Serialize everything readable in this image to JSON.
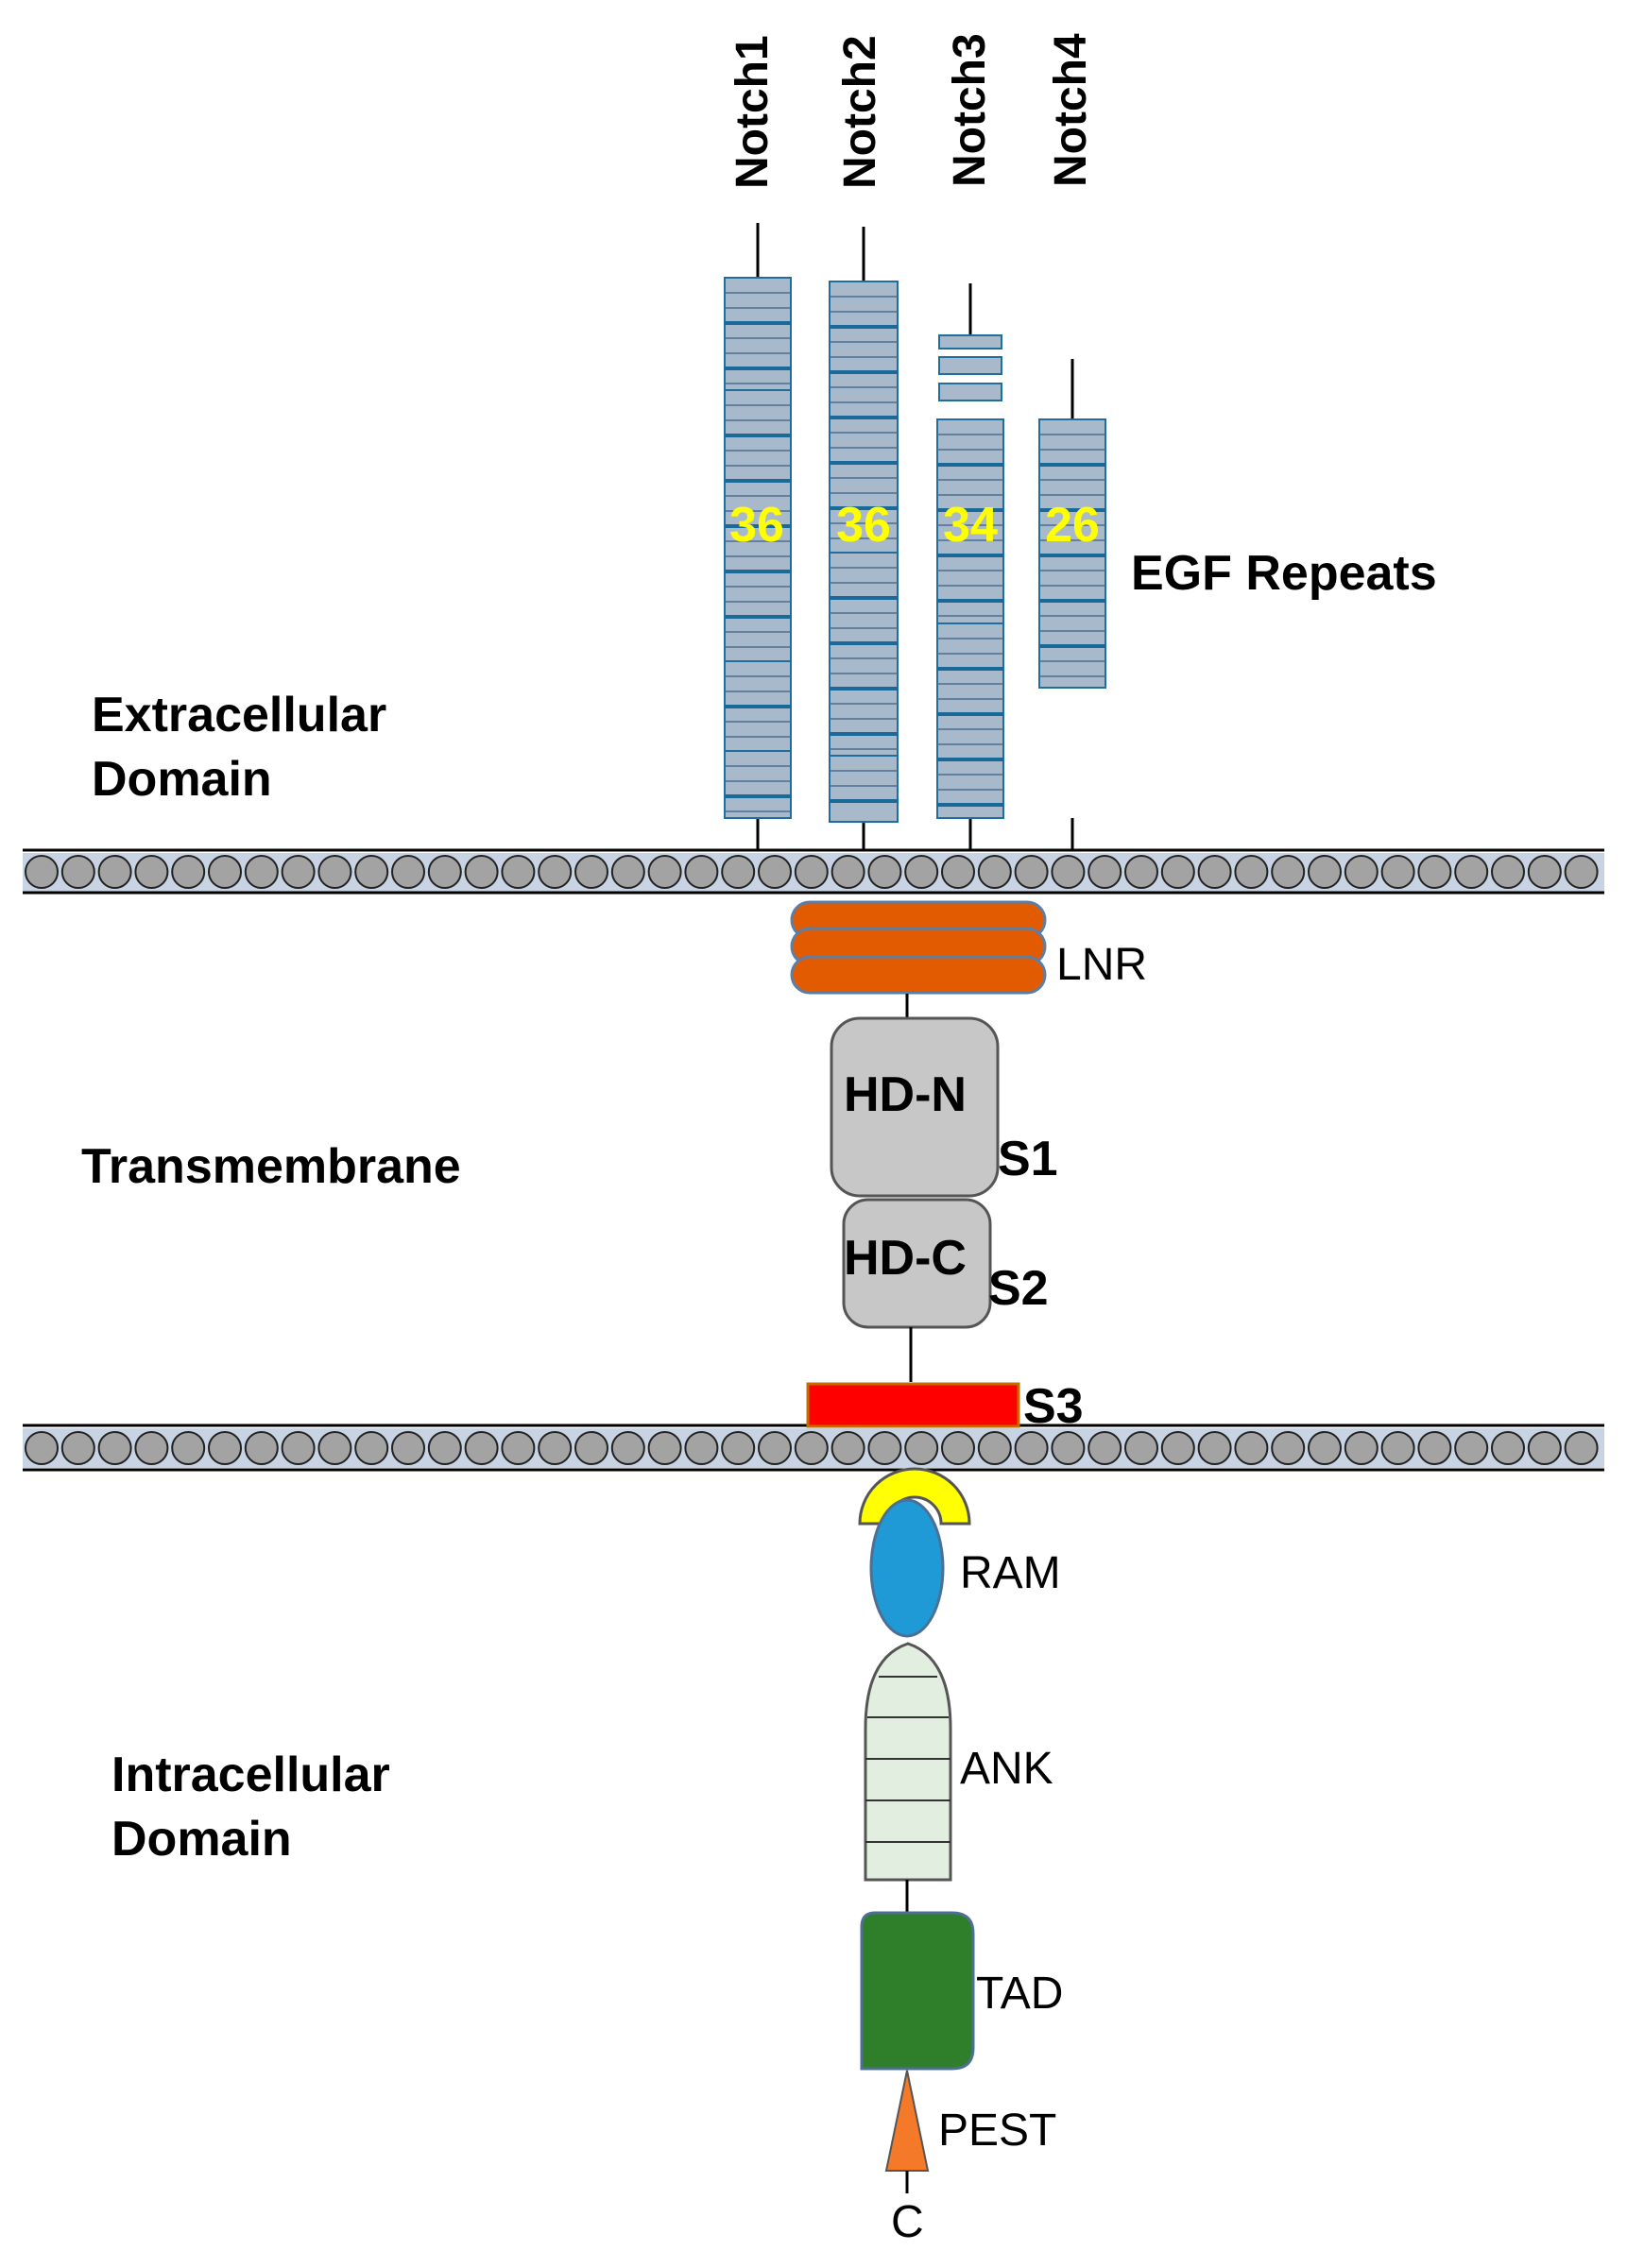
{
  "receptors": [
    {
      "name": "Notch1",
      "egf_count": "36"
    },
    {
      "name": "Notch2",
      "egf_count": "36"
    },
    {
      "name": "Notch3",
      "egf_count": "34"
    },
    {
      "name": "Notch4",
      "egf_count": "26"
    }
  ],
  "labels": {
    "egf_repeats": "EGF Repeats",
    "extracellular_1": "Extracellular",
    "extracellular_2": "Domain",
    "transmembrane": "Transmembrane",
    "intracellular_1": "Intracellular",
    "intracellular_2": "Domain"
  },
  "domains": {
    "lnr": "LNR",
    "hd_n": "HD-N",
    "hd_c": "HD-C",
    "s1": "S1",
    "s2": "S2",
    "s3": "S3",
    "ram": "RAM",
    "ank": "ANK",
    "tad": "TAD",
    "pest": "PEST",
    "c_term": "C"
  },
  "colors": {
    "egf_fill": "#a9b9cc",
    "egf_stroke": "#1f6f9c",
    "membrane": "#c8d4e3",
    "bead": "#a3a3a3",
    "lnr": "#e35b00",
    "hd": "#c7c7c7",
    "s3": "#ff0000",
    "ram_cap": "#ffff00",
    "ram": "#1f9ad6",
    "ank": "#e2eedf",
    "tad": "#2f7f2a",
    "pest": "#f47a2a",
    "count_text": "#ffff00"
  }
}
